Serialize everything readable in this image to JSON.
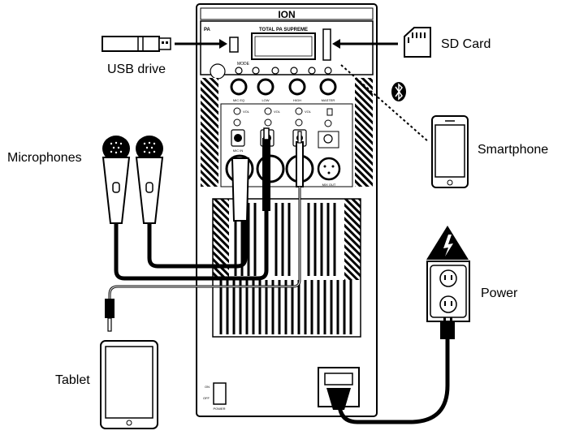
{
  "labels": {
    "usb_drive": "USB drive",
    "sd_card": "SD Card",
    "microphones": "Microphones",
    "smartphone": "Smartphone",
    "power": "Power",
    "tablet": "Tablet"
  },
  "panel": {
    "brand": "ION",
    "model_title": "TOTAL PA SUPREME",
    "model_code": "PA",
    "mode_label": "MODE",
    "knob_labels": [
      "MIC EQ",
      "LOW",
      "HIGH",
      "MASTER"
    ],
    "vol_label": "VOL",
    "mic_in_label": "MIC IN",
    "mix_out_label": "MIX OUT",
    "power_on": "ON",
    "power_off": "OFF",
    "power_label": "POWER"
  },
  "colors": {
    "line": "#000000",
    "background": "#ffffff",
    "panel_gray": "#d9d9d9"
  }
}
